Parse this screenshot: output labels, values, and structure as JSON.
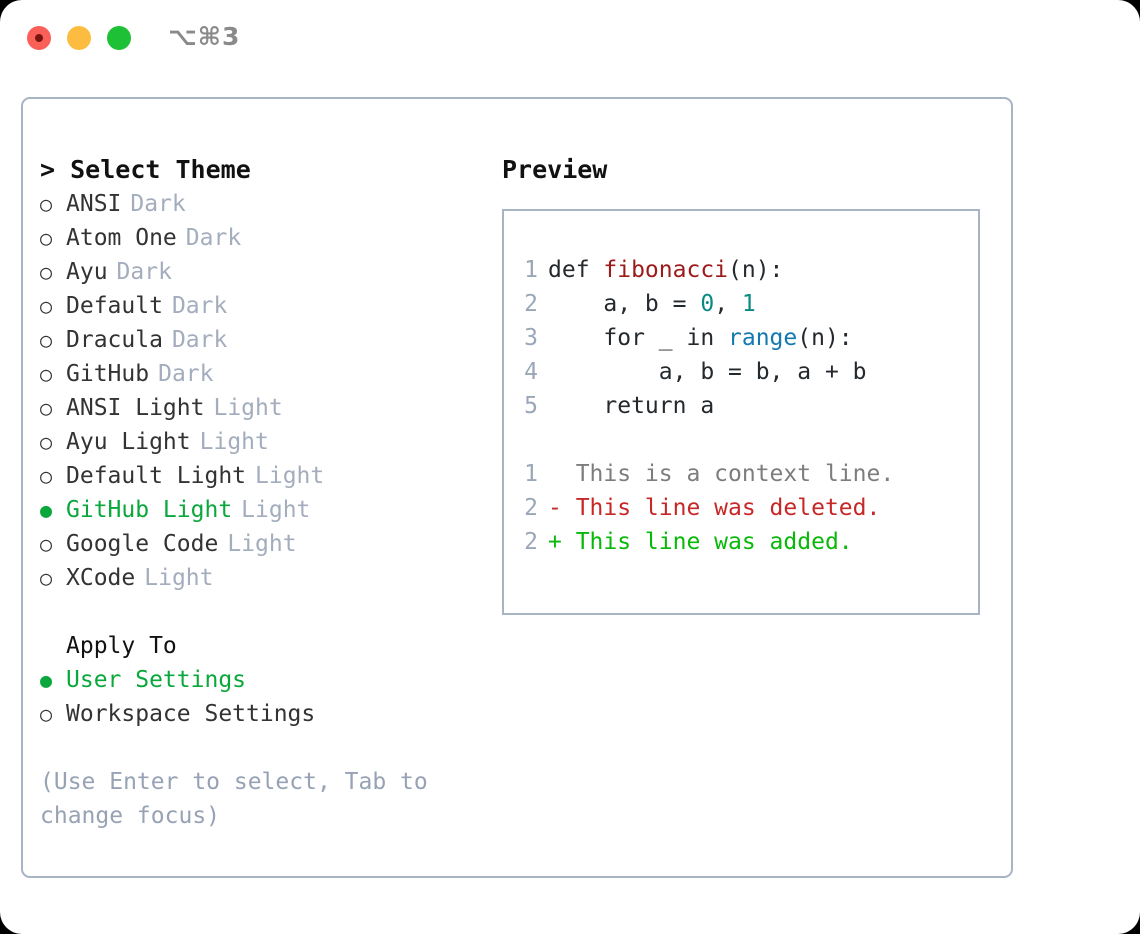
{
  "titlebar": {
    "shortcut": "⌥⌘3",
    "buttons": [
      {
        "name": "close",
        "color": "#fb6058"
      },
      {
        "name": "minimize",
        "color": "#fcbc40"
      },
      {
        "name": "zoom",
        "color": "#1ec035"
      }
    ]
  },
  "theme_picker": {
    "caret": ">",
    "title": "Select Theme",
    "marker_unselected": "○",
    "marker_selected": "●",
    "items": [
      {
        "label": "ANSI",
        "tag": "Dark",
        "selected": false
      },
      {
        "label": "Atom One",
        "tag": "Dark",
        "selected": false
      },
      {
        "label": "Ayu",
        "tag": "Dark",
        "selected": false
      },
      {
        "label": "Default",
        "tag": "Dark",
        "selected": false
      },
      {
        "label": "Dracula",
        "tag": "Dark",
        "selected": false
      },
      {
        "label": "GitHub",
        "tag": "Dark",
        "selected": false
      },
      {
        "label": "ANSI Light",
        "tag": "Light",
        "selected": false
      },
      {
        "label": "Ayu Light",
        "tag": "Light",
        "selected": false
      },
      {
        "label": "Default Light",
        "tag": "Light",
        "selected": false
      },
      {
        "label": "GitHub Light",
        "tag": "Light",
        "selected": true
      },
      {
        "label": "Google Code",
        "tag": "Light",
        "selected": false
      },
      {
        "label": "XCode",
        "tag": "Light",
        "selected": false
      }
    ]
  },
  "apply_to": {
    "title": "Apply To",
    "items": [
      {
        "label": "User Settings",
        "selected": true
      },
      {
        "label": "Workspace Settings",
        "selected": false
      }
    ]
  },
  "hint": "(Use Enter to select, Tab to change focus)",
  "preview": {
    "title": "Preview",
    "code_lines": [
      {
        "no": "1",
        "tokens": [
          {
            "t": "def ",
            "c": "plain"
          },
          {
            "t": "fibonacci",
            "c": "fn"
          },
          {
            "t": "(n):",
            "c": "plain"
          }
        ]
      },
      {
        "no": "2",
        "tokens": [
          {
            "t": "    a, b = ",
            "c": "plain"
          },
          {
            "t": "0",
            "c": "num"
          },
          {
            "t": ", ",
            "c": "plain"
          },
          {
            "t": "1",
            "c": "num"
          }
        ]
      },
      {
        "no": "3",
        "tokens": [
          {
            "t": "    for _ in ",
            "c": "plain"
          },
          {
            "t": "range",
            "c": "bi"
          },
          {
            "t": "(n):",
            "c": "plain"
          }
        ]
      },
      {
        "no": "4",
        "tokens": [
          {
            "t": "        a, b = b, a + b",
            "c": "plain"
          }
        ]
      },
      {
        "no": "5",
        "tokens": [
          {
            "t": "    return a",
            "c": "plain"
          }
        ]
      }
    ],
    "diff_lines": [
      {
        "no": "1",
        "text": "  This is a context line.",
        "kind": "ctx"
      },
      {
        "no": "2",
        "text": "- This line was deleted.",
        "kind": "del"
      },
      {
        "no": "2",
        "text": "+ This line was added.",
        "kind": "add"
      }
    ]
  },
  "colors": {
    "accent_green": "#0aa83c",
    "border": "#a8b3c3",
    "muted": "#a3adbd",
    "hint": "#97a2b4",
    "lineno": "#9aa7b8",
    "fn_red": "#9d1a1a",
    "num_teal": "#0a8a85",
    "builtin_blue": "#1279b0",
    "diff_del": "#c62828",
    "diff_add": "#0ab80a",
    "diff_ctx": "#7d7d7d"
  }
}
